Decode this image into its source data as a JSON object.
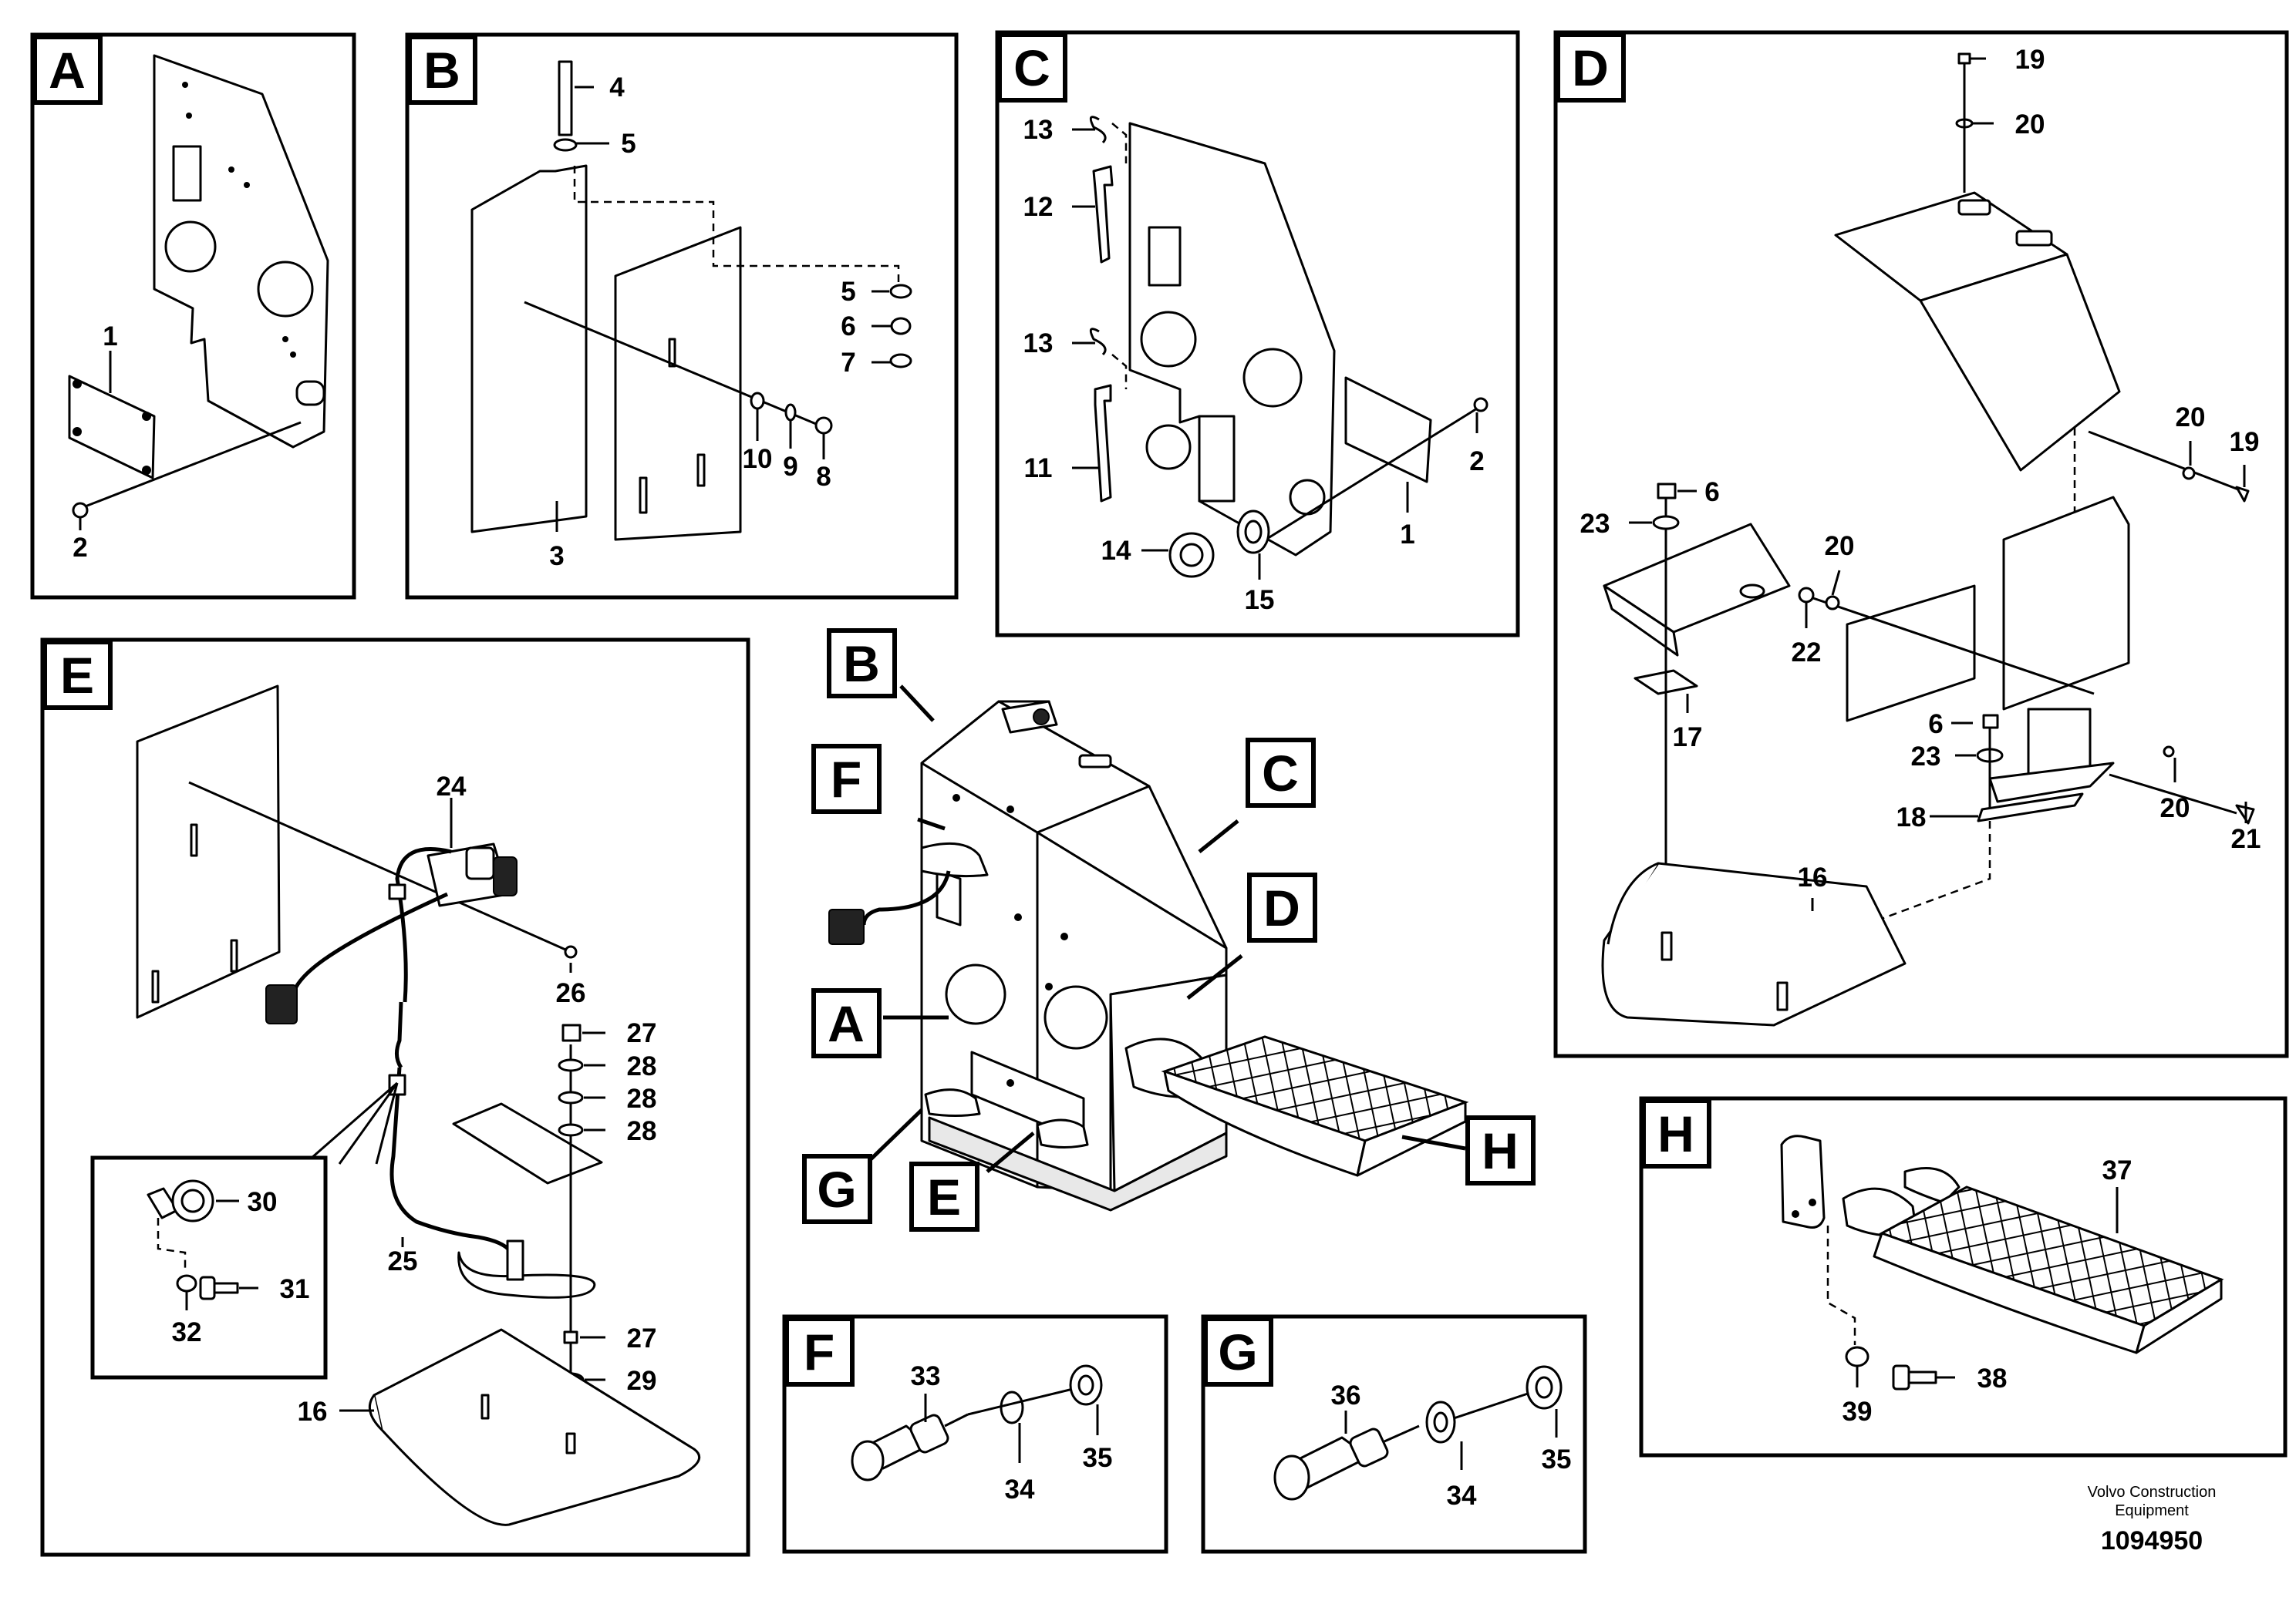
{
  "sections": {
    "A": {
      "label": "A",
      "callouts": [
        "1",
        "2"
      ]
    },
    "B": {
      "label": "B",
      "callouts": [
        "4",
        "5",
        "5",
        "6",
        "7",
        "10",
        "9",
        "8",
        "3"
      ]
    },
    "C": {
      "label": "C",
      "callouts": [
        "13",
        "12",
        "13",
        "11",
        "14",
        "15",
        "2",
        "1"
      ]
    },
    "D": {
      "label": "D",
      "callouts": [
        "19",
        "20",
        "20",
        "19",
        "6",
        "23",
        "20",
        "22",
        "17",
        "6",
        "23",
        "18",
        "20",
        "21",
        "16"
      ]
    },
    "E": {
      "label": "E",
      "callouts": [
        "24",
        "26",
        "27",
        "28",
        "28",
        "28",
        "30",
        "31",
        "32",
        "25",
        "27",
        "29",
        "16"
      ]
    },
    "F": {
      "label": "F",
      "callouts": [
        "33",
        "35",
        "34"
      ]
    },
    "G": {
      "label": "G",
      "callouts": [
        "36",
        "35",
        "34"
      ]
    },
    "H": {
      "label": "H",
      "callouts": [
        "37",
        "38",
        "39"
      ]
    }
  },
  "overview": {
    "tags": [
      "B",
      "F",
      "C",
      "D",
      "A",
      "G",
      "E",
      "H"
    ]
  },
  "footer": {
    "company_line1": "Volvo Construction",
    "company_line2": "Equipment",
    "drawing_number": "1094950"
  }
}
